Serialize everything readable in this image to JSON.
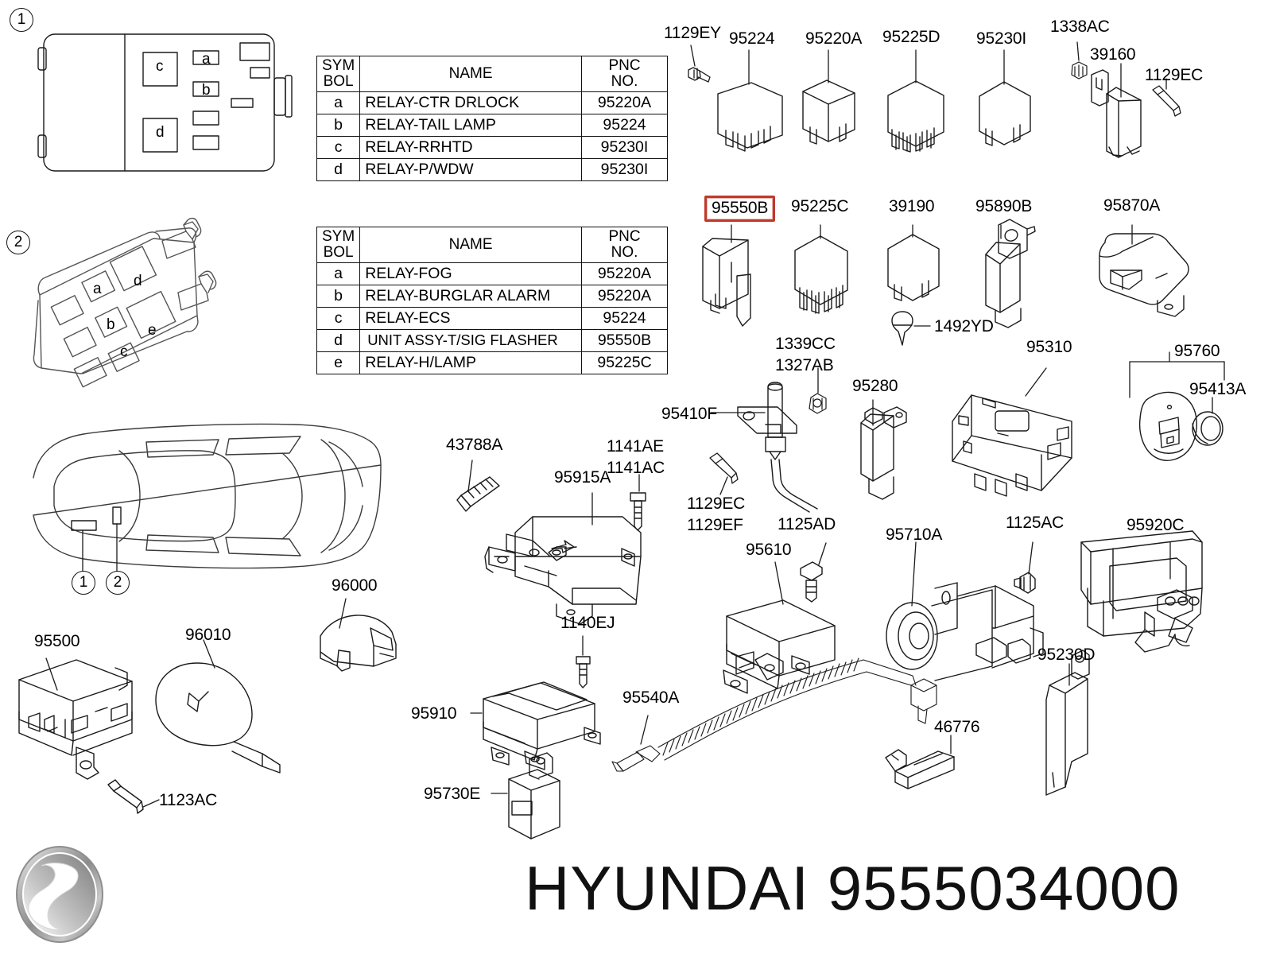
{
  "document": {
    "brand": "HYUNDAI",
    "part_number": "9555034000",
    "title": "HYUNDAI 9555034000"
  },
  "callouts": {
    "one": "1",
    "two": "2"
  },
  "fusebox_1": {
    "callout": "1",
    "relay_labels": [
      "c",
      "a",
      "b",
      "d"
    ]
  },
  "fusebox_2": {
    "callout": "2",
    "relay_labels": [
      "a",
      "d",
      "b",
      "e",
      "c"
    ]
  },
  "car_diagram": {
    "marker_1": "1",
    "marker_2": "2"
  },
  "table_1": {
    "headers": {
      "symbol": "SYM\nBOL",
      "symbol_l1": "SYM",
      "symbol_l2": "BOL",
      "name": "NAME",
      "pnc_l1": "PNC",
      "pnc_l2": "NO."
    },
    "rows": [
      {
        "symbol": "a",
        "name": "RELAY-CTR DRLOCK",
        "pnc": "95220A"
      },
      {
        "symbol": "b",
        "name": "RELAY-TAIL LAMP",
        "pnc": "95224"
      },
      {
        "symbol": "c",
        "name": "RELAY-RRHTD",
        "pnc": "95230I"
      },
      {
        "symbol": "d",
        "name": "RELAY-P/WDW",
        "pnc": "95230I"
      }
    ]
  },
  "table_2": {
    "headers": {
      "symbol_l1": "SYM",
      "symbol_l2": "BOL",
      "name": "NAME",
      "pnc_l1": "PNC",
      "pnc_l2": "NO."
    },
    "rows": [
      {
        "symbol": "a",
        "name": "RELAY-FOG",
        "pnc": "95220A"
      },
      {
        "symbol": "b",
        "name": "RELAY-BURGLAR ALARM",
        "pnc": "95220A"
      },
      {
        "symbol": "c",
        "name": "RELAY-ECS",
        "pnc": "95224"
      },
      {
        "symbol": "d",
        "name": "UNIT ASSY-T/SIG FLASHER",
        "pnc": "95550B"
      },
      {
        "symbol": "e",
        "name": "RELAY-H/LAMP",
        "pnc": "95225C"
      }
    ]
  },
  "part_labels": {
    "p1129EY": "1129EY",
    "p95224": "95224",
    "p95220A": "95220A",
    "p95225D": "95225D",
    "p95230I": "95230I",
    "p1338AC": "1338AC",
    "p39160": "39160",
    "p1129EC_top": "1129EC",
    "p95550B": "95550B",
    "p95225C": "95225C",
    "p39190": "39190",
    "p95890B": "95890B",
    "p95870A": "95870A",
    "p1492YD": "1492YD",
    "p1339CC": "1339CC",
    "p1327AB": "1327AB",
    "p95280": "95280",
    "p95310": "95310",
    "p95760": "95760",
    "p95413A": "95413A",
    "p95410F": "95410F",
    "p43788A": "43788A",
    "p1141AE": "1141AE",
    "p1141AC": "1141AC",
    "p95915A": "95915A",
    "p1129EC_mid": "1129EC",
    "p1129EF": "1129EF",
    "p1125AD": "1125AD",
    "p95610": "95610",
    "p95710A": "95710A",
    "p1125AC": "1125AC",
    "p95920C": "95920C",
    "p96000": "96000",
    "p1140EJ": "1140EJ",
    "p95500": "95500",
    "p96010": "96010",
    "p95910": "95910",
    "p95540A": "95540A",
    "p46776": "46776",
    "p95230D": "95230D",
    "p1123AC": "1123AC",
    "p95730E": "95730E"
  },
  "colors": {
    "highlight_border": "#c0392b",
    "line": "#1a1a1a",
    "text": "#000000",
    "background": "#ffffff"
  }
}
